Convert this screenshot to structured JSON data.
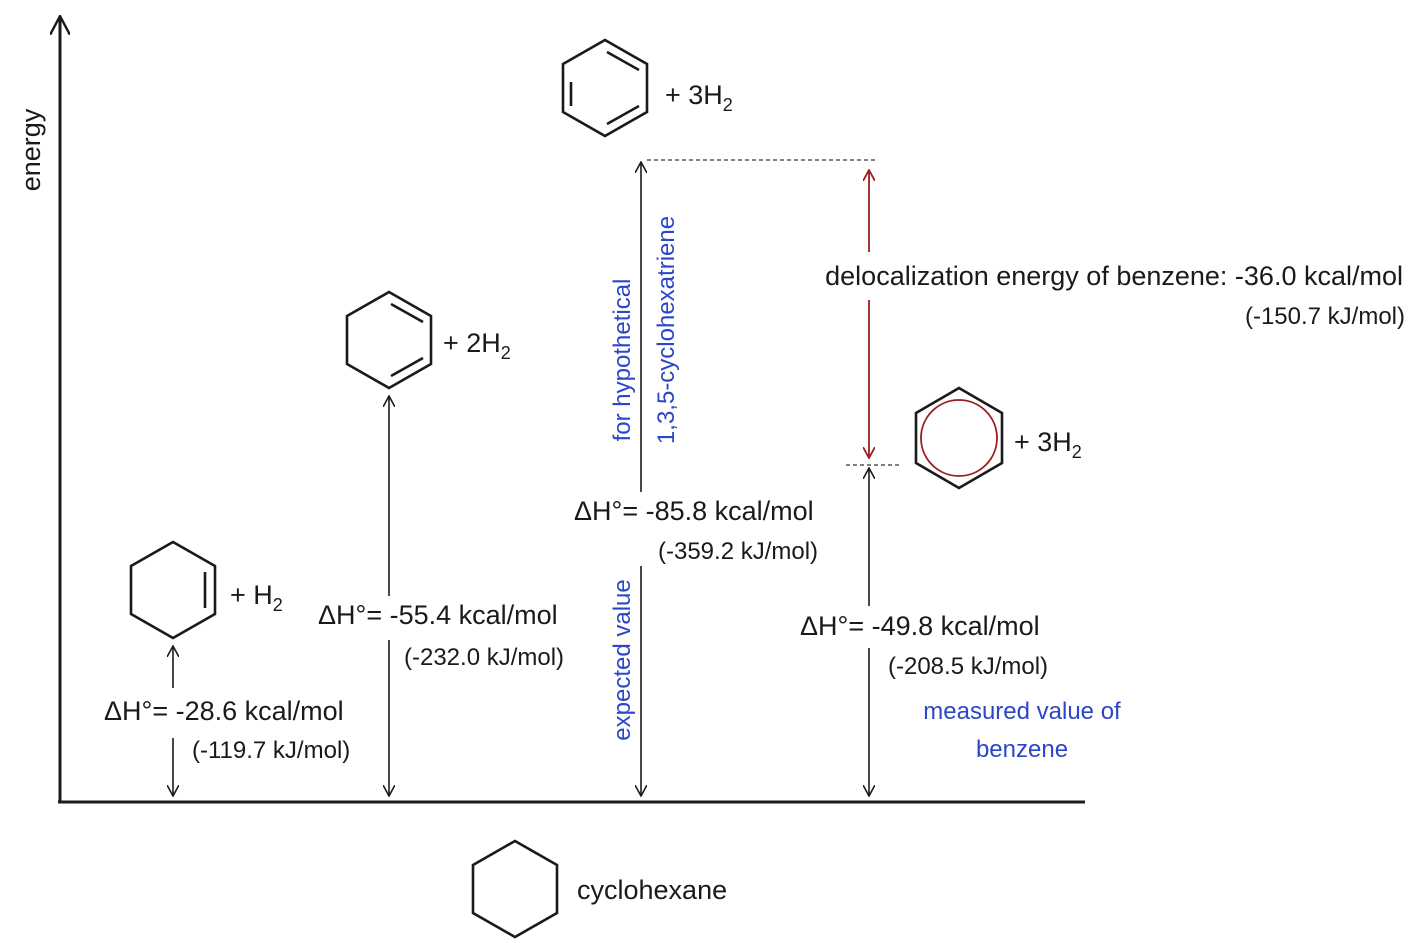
{
  "axis": {
    "ylabel": "energy"
  },
  "levels": {
    "cyclohexane": {
      "label": "cyclohexane"
    },
    "cyclohexene": {
      "plus": "+ H",
      "sub": "2",
      "dh_kcal": "ΔH°= -28.6 kcal/mol",
      "dh_kj": "(-119.7 kJ/mol)"
    },
    "cyclohexadiene": {
      "plus": "+ 2H",
      "sub": "2",
      "dh_kcal": "ΔH°= -55.4 kcal/mol",
      "dh_kj": "(-232.0 kJ/mol)"
    },
    "cyclohexatriene": {
      "plus": "+ 3H",
      "sub": "2",
      "dh_kcal": "ΔH°= -85.8 kcal/mol",
      "dh_kj": "(-359.2 kJ/mol)",
      "note_line1": "for   hypothetical",
      "note_line2": "1,3,5-cyclohexatriene",
      "note_expected": "expected value"
    },
    "benzene": {
      "plus": "+ 3H",
      "sub": "2",
      "dh_kcal": "ΔH°= -49.8 kcal/mol",
      "dh_kj": "(-208.5 kJ/mol)",
      "note_line1": "measured value of",
      "note_line2": "benzene"
    }
  },
  "delocalization": {
    "line1": "delocalization energy of benzene: -36.0 kcal/mol",
    "line2": "(-150.7 kJ/mol)"
  },
  "colors": {
    "blue": "#2b46c8",
    "red": "#9b1d1d",
    "ring": "#1a1a1a"
  }
}
